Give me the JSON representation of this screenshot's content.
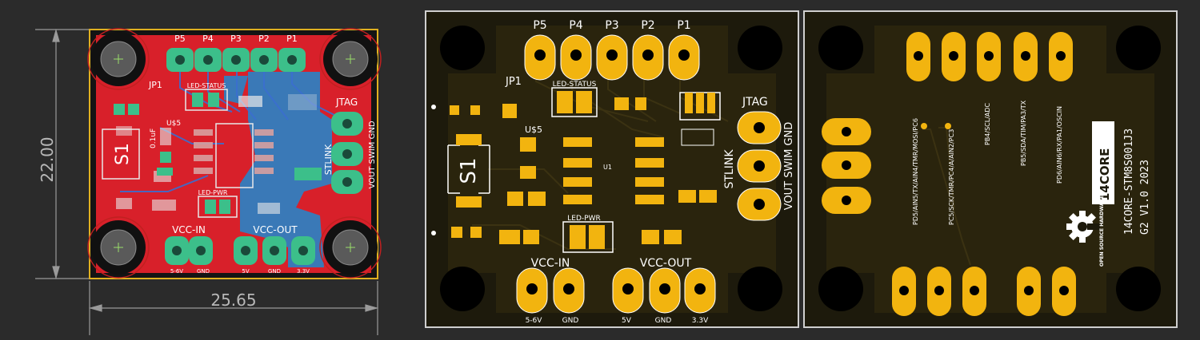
{
  "colors": {
    "background": "#2b2b2b",
    "dimension_line": "#9a9a9a",
    "layout_board": "#d8202a",
    "layout_copper": "#1f8ad0",
    "layout_outline": "#e0b020",
    "pad_green": "#3cbf8a",
    "render_board": "#1d1a0c",
    "render_copper": "#2a240d",
    "render_pad": "#f2b40f",
    "silk": "#ffffff"
  },
  "layout_view": {
    "dimensions": {
      "width": "25.65",
      "height": "22.00"
    },
    "header_top": [
      "P5",
      "P4",
      "P3",
      "P2",
      "P1"
    ],
    "labels": {
      "jp1": "JP1",
      "led_status": "LED-STATUS",
      "us5": "U$5",
      "cap": "0.1uF",
      "s1": "S1",
      "led_pwr": "LED-PWR",
      "jtag": "JTAG",
      "stlink": "STLINK",
      "vout_swim_gnd": "VOUT SWIM GND",
      "vcc_in": "VCC-IN",
      "vcc_out": "VCC-OUT",
      "vin_range": "5-6V",
      "gnd_a": "GND",
      "v5": "5V",
      "gnd_b": "GND",
      "v33": "3.3V"
    }
  },
  "top_render": {
    "header_top": [
      "P5",
      "P4",
      "P3",
      "P2",
      "P1"
    ],
    "labels": {
      "jp1": "JP1",
      "led_status": "LED-STATUS",
      "us5": "U$5",
      "s1": "S1",
      "u1": "U1",
      "led_pwr": "LED-PWR",
      "jtag": "JTAG",
      "stlink": "STLINK",
      "vout_swim_gnd": "VOUT SWIM GND",
      "vcc_in": "VCC-IN",
      "vcc_out": "VCC-OUT",
      "vin_range": "5-6V",
      "gnd_a": "GND",
      "v5": "5V",
      "gnd_b": "GND",
      "v33": "3.3V"
    }
  },
  "bottom_render": {
    "pin_labels": [
      "PD5/AIN5/TX/AIN4/TMR/MOSI/PC6",
      "PC5/SCK/TMR/PC4/A/AIN2/PC3",
      "PB4/SCL/ADC",
      "PB5/SDA/TIM/PA3/TX",
      "PD6/AIN6/RX/PA1/OSCIN"
    ],
    "brand": "14CORE",
    "part": "14CORE-STM8S001J3",
    "version": "G2 V1.0 2023",
    "oshw": "OPEN SOURCE HARDWARE"
  }
}
